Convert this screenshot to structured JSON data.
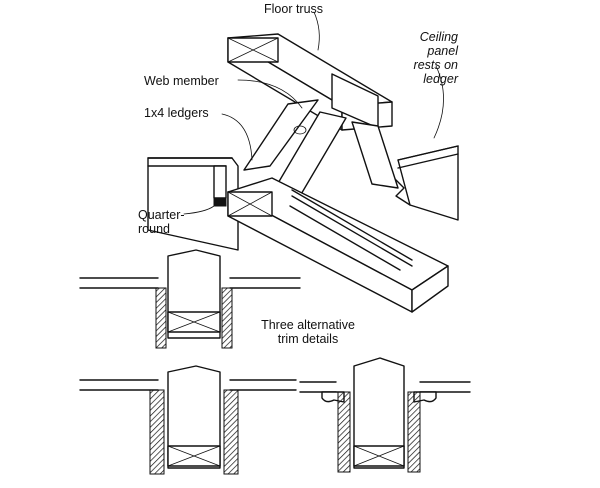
{
  "labels": {
    "floor_truss": "Floor truss",
    "ceiling_panel": [
      "Ceiling",
      "panel",
      "rests on",
      "ledger"
    ],
    "web_member": "Web member",
    "ledgers": "1x4 ledgers",
    "quarter_round": [
      "Quarter-",
      "round"
    ],
    "trim_details": [
      "Three alternative",
      "trim details"
    ]
  }
}
